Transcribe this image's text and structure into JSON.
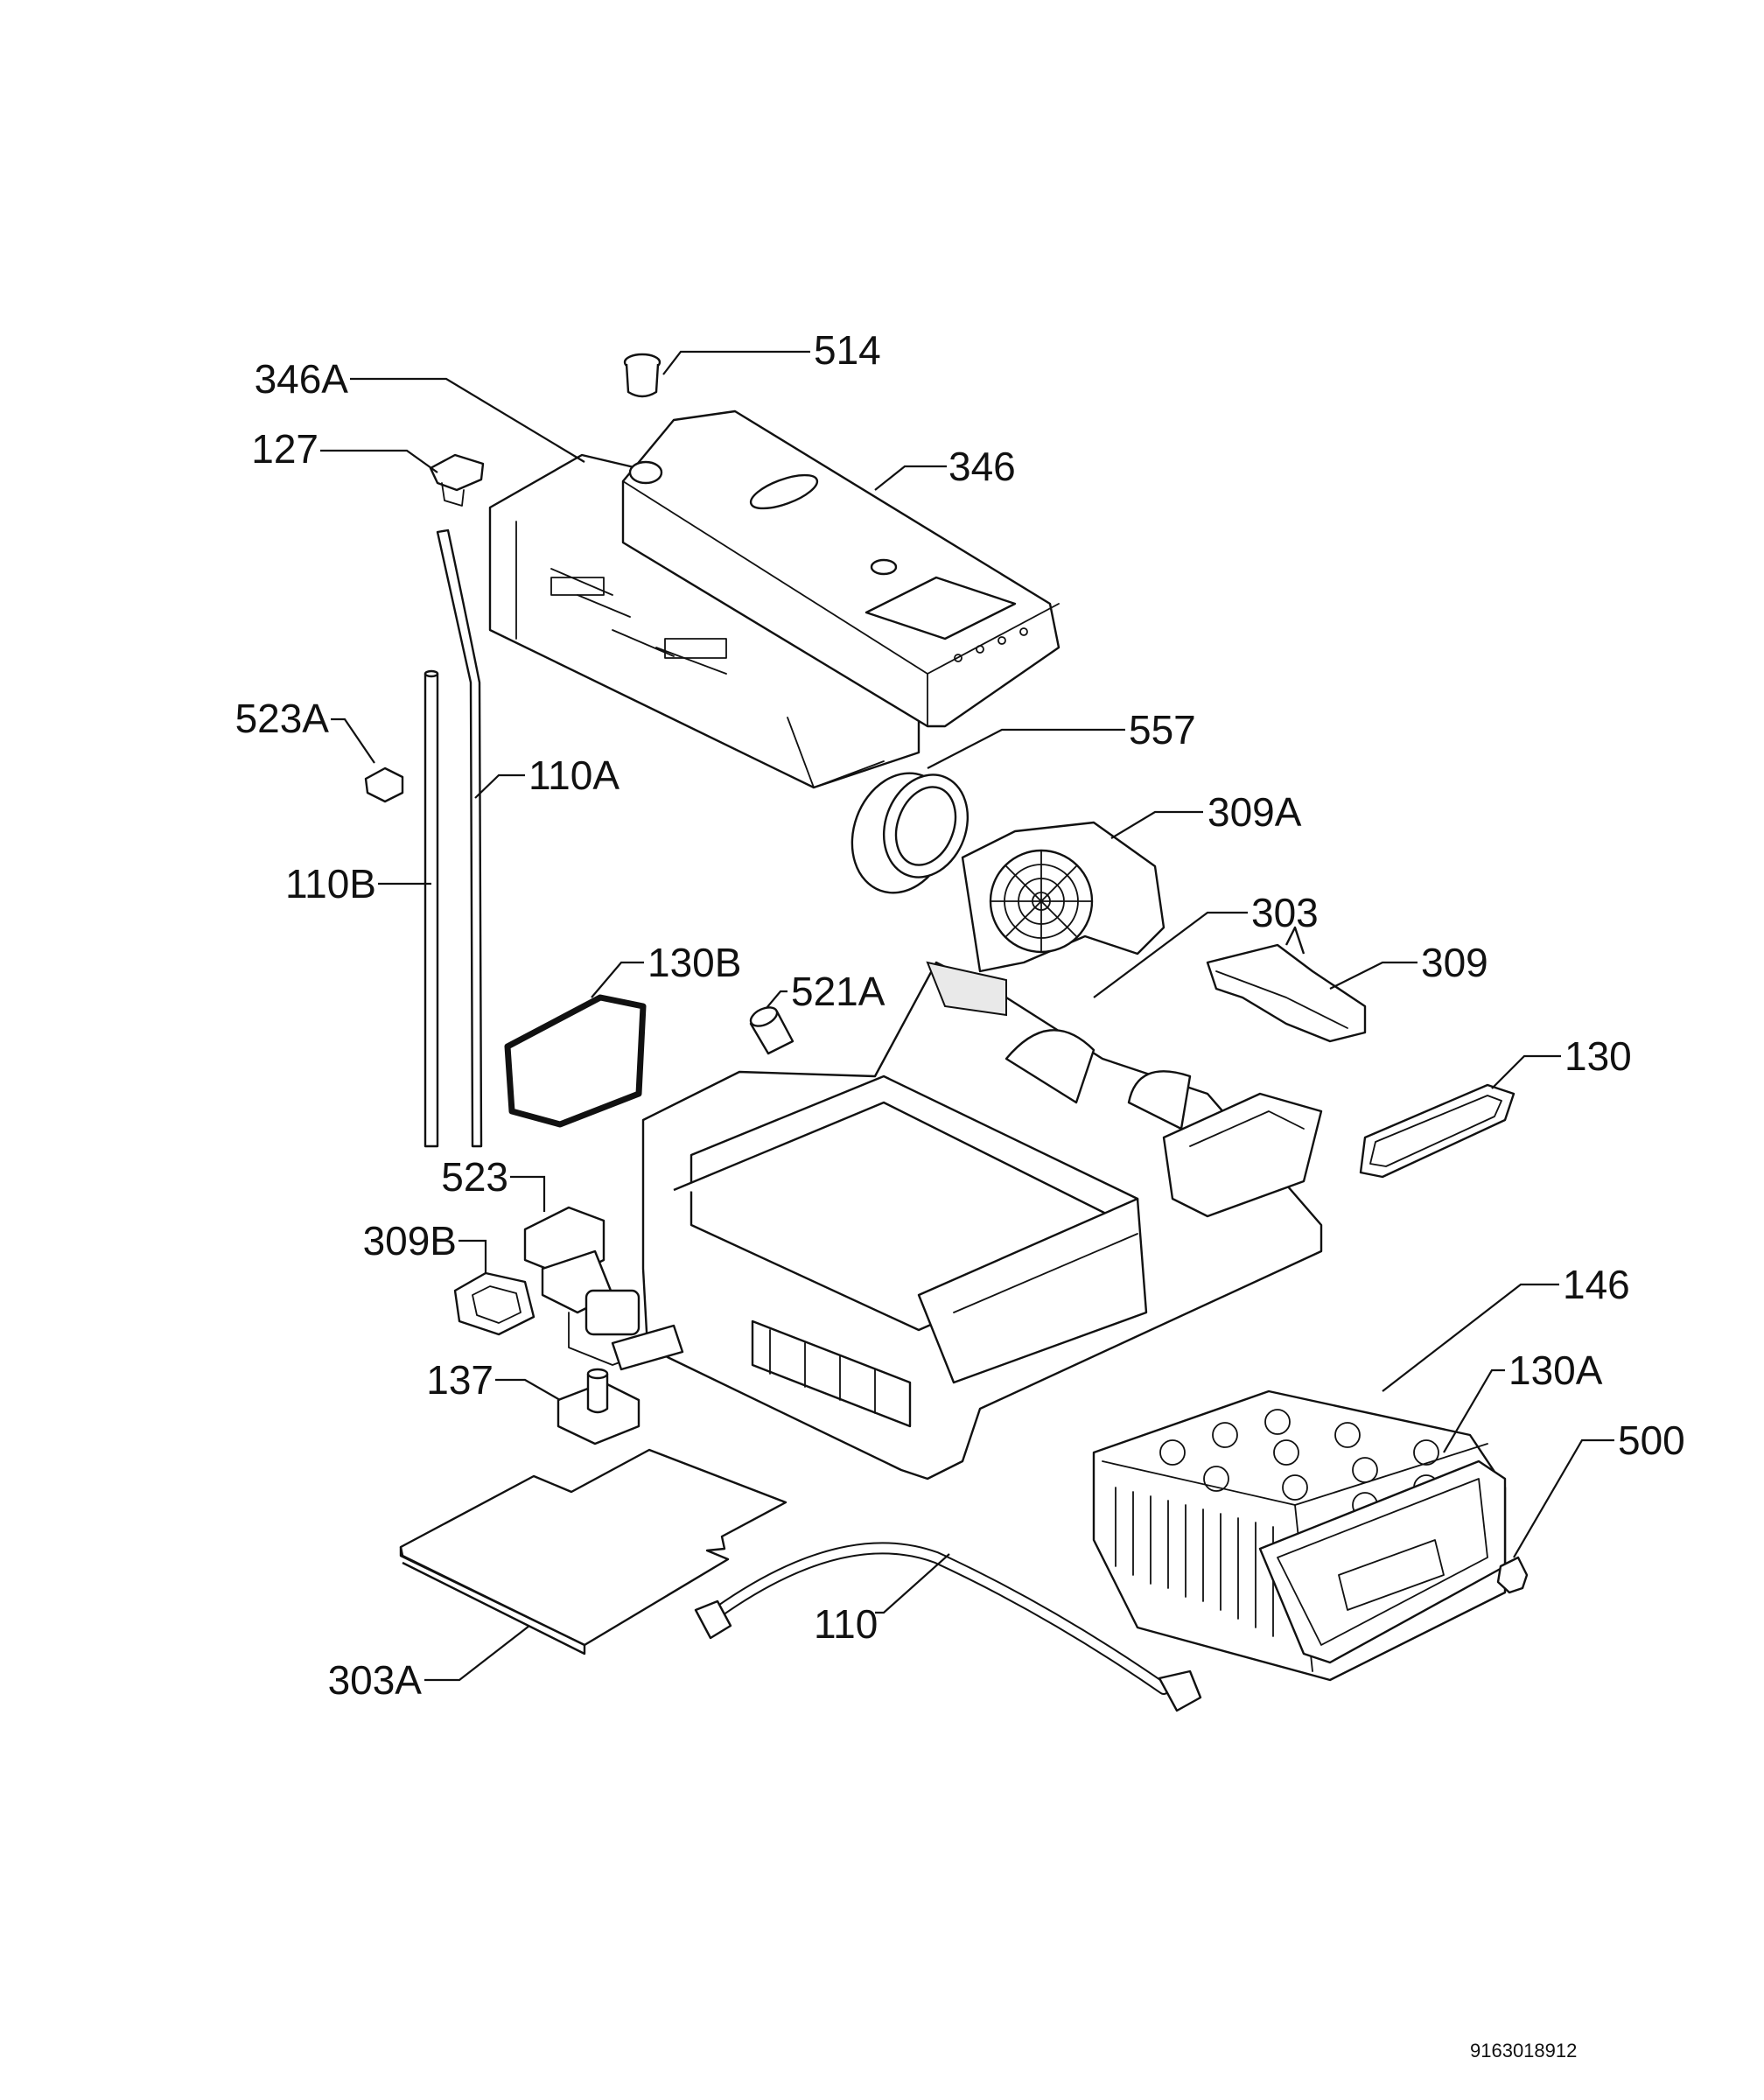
{
  "labels": [
    {
      "id": "346A",
      "text": "346A"
    },
    {
      "id": "514",
      "text": "514"
    },
    {
      "id": "127",
      "text": "127"
    },
    {
      "id": "346",
      "text": "346"
    },
    {
      "id": "523A",
      "text": "523A"
    },
    {
      "id": "110A",
      "text": "110A"
    },
    {
      "id": "557",
      "text": "557"
    },
    {
      "id": "309A",
      "text": "309A"
    },
    {
      "id": "110B",
      "text": "110B"
    },
    {
      "id": "303",
      "text": "303"
    },
    {
      "id": "130B",
      "text": "130B"
    },
    {
      "id": "521A",
      "text": "521A"
    },
    {
      "id": "309",
      "text": "309"
    },
    {
      "id": "130",
      "text": "130"
    },
    {
      "id": "523",
      "text": "523"
    },
    {
      "id": "309B",
      "text": "309B"
    },
    {
      "id": "146",
      "text": "146"
    },
    {
      "id": "137",
      "text": "137"
    },
    {
      "id": "130A",
      "text": "130A"
    },
    {
      "id": "500",
      "text": "500"
    },
    {
      "id": "110",
      "text": "110"
    },
    {
      "id": "303A",
      "text": "303A"
    }
  ],
  "document_number": "9163018912"
}
